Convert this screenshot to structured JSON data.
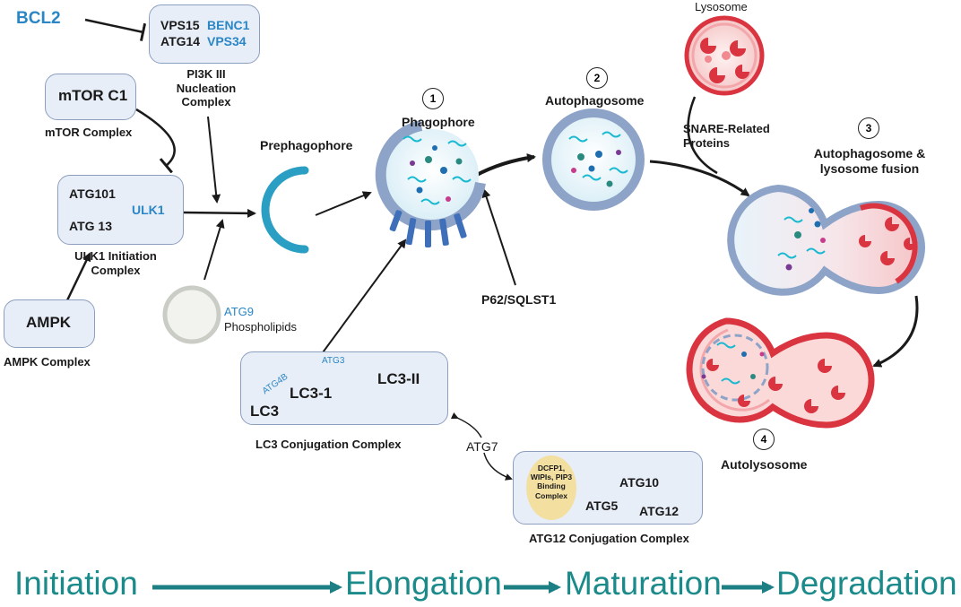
{
  "initiation": {
    "bcl2": "BCL2",
    "pi3k": {
      "vps15": "VPS15",
      "benc1": "BENC1",
      "atg14": "ATG14",
      "vps34": "VPS34",
      "caption": "PI3K III Nucleation Complex"
    },
    "mtor": {
      "name": "mTOR C1",
      "caption": "mTOR Complex"
    },
    "ulk1": {
      "atg101": "ATG101",
      "ulk1": "ULK1",
      "atg13": "ATG 13",
      "caption": "ULK1 Initiation Complex"
    },
    "ampk": {
      "name": "AMPK",
      "caption": "AMPK Complex"
    },
    "atg9": {
      "name": "ATG9",
      "sub": "Phospholipids"
    }
  },
  "elongation": {
    "prephagophore": "Prephagophore",
    "phagophore": {
      "num": "1",
      "label": "Phagophore"
    },
    "lc3": {
      "atg4b": "ATG4B",
      "atg3": "ATG3",
      "lc3": "LC3",
      "lc3_1": "LC3-1",
      "lc3_2": "LC3-II",
      "caption": "LC3 Conjugation Complex"
    },
    "atg7": "ATG7",
    "atg12": {
      "dcfp1": "DCFP1, WIPIs, PIP3 Binding Complex",
      "atg10": "ATG10",
      "atg5": "ATG5",
      "atg12": "ATG12",
      "caption": "ATG12 Conjugation Complex"
    },
    "p62": "P62/SQLST1"
  },
  "maturation": {
    "autophagosome": {
      "num": "2",
      "label": "Autophagosome"
    },
    "lysosome": "Lysosome",
    "snare": "SNARE-Related Proteins",
    "fusion": {
      "num": "3",
      "label": "Autophagosome & lysosome fusion"
    },
    "autolysosome": {
      "num": "4",
      "label": "Autolysosome"
    }
  },
  "stages": [
    "Initiation",
    "Elongation",
    "Maturation",
    "Degradation"
  ],
  "colors": {
    "teal": "#1b8a8a",
    "blue_label": "#2a86c5",
    "box_fill": "#e8eef8",
    "membrane": "#8da3c7",
    "lysosome_red": "#d9343f",
    "cargo_cyan": "#19b9d1"
  }
}
